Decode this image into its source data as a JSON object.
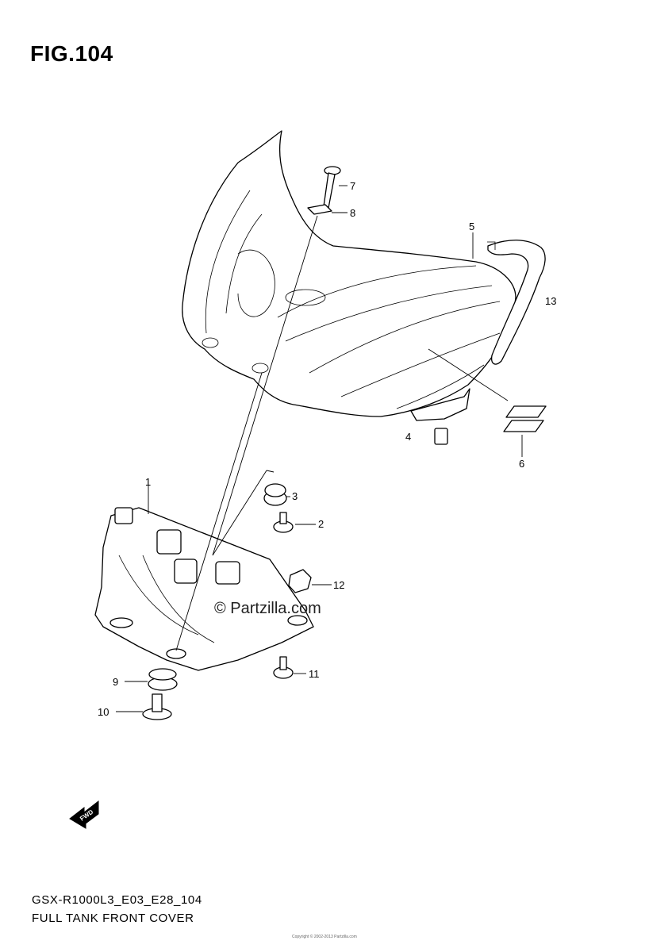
{
  "figure": {
    "title": "FIG.104",
    "code": "GSX-R1000L3_E03_E28_104",
    "caption": "FULL TANK FRONT COVER",
    "watermark": "© Partzilla.com",
    "footer_tiny": "Copyright © 2002-2013 Partzilla.com",
    "direction_label": "FWD"
  },
  "callouts": [
    {
      "id": "1",
      "label": "1"
    },
    {
      "id": "2",
      "label": "2"
    },
    {
      "id": "3",
      "label": "3"
    },
    {
      "id": "4",
      "label": "4"
    },
    {
      "id": "5",
      "label": "5"
    },
    {
      "id": "6",
      "label": "6"
    },
    {
      "id": "7",
      "label": "7"
    },
    {
      "id": "8",
      "label": "8"
    },
    {
      "id": "9",
      "label": "9"
    },
    {
      "id": "10",
      "label": "10"
    },
    {
      "id": "11",
      "label": "11"
    },
    {
      "id": "12",
      "label": "12"
    },
    {
      "id": "13",
      "label": "13"
    }
  ]
}
